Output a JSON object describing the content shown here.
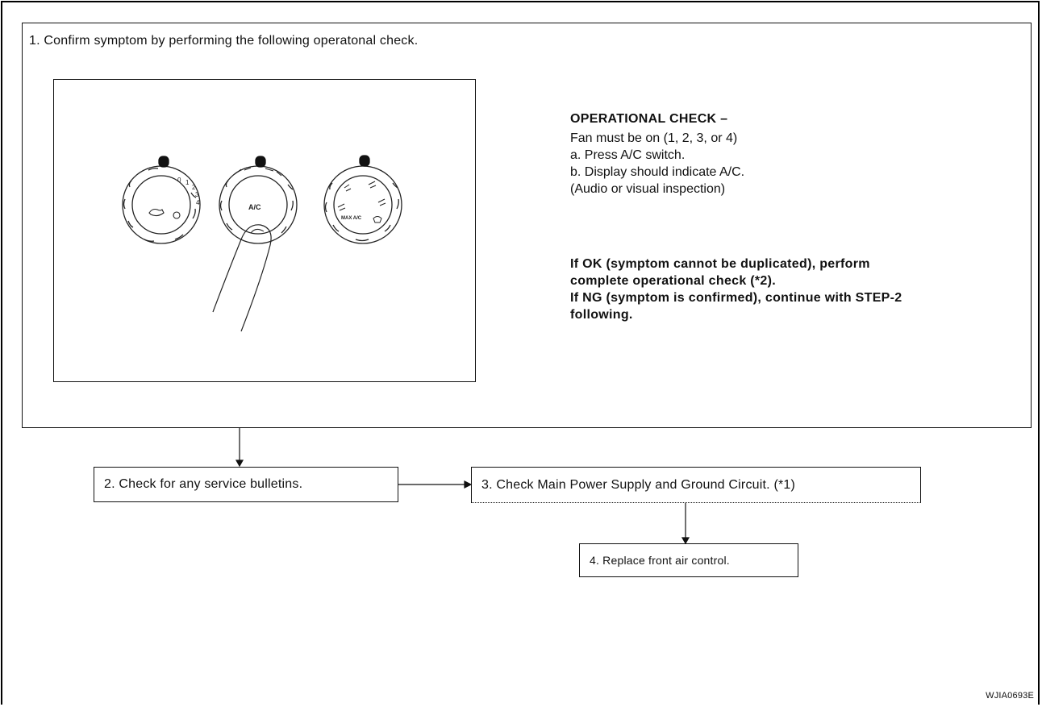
{
  "step1": {
    "text": "1. Confirm symptom by performing the following operatonal check."
  },
  "illustration": {
    "left_dial_marks": [
      "0",
      "1",
      "2",
      "3",
      "4"
    ],
    "center_button_label": "A/C",
    "right_dial_label": "MAX A/C"
  },
  "operational_check": {
    "title": "OPERATIONAL CHECK –",
    "lines": [
      "Fan must be on (1, 2, 3, or 4)",
      "a. Press A/C switch.",
      "b. Display should indicate A/C.",
      "(Audio or visual inspection)"
    ]
  },
  "results": {
    "lines": [
      "If OK (symptom cannot be duplicated), perform",
      "complete operational check (*2).",
      "If NG (symptom is confirmed), continue with STEP-2",
      "following."
    ]
  },
  "flow": {
    "step2": "2. Check for any service bulletins.",
    "step3": "3. Check Main Power Supply and Ground Circuit. (*1)",
    "step4": "4. Replace front air control."
  },
  "figure_id": "WJIA0693E"
}
